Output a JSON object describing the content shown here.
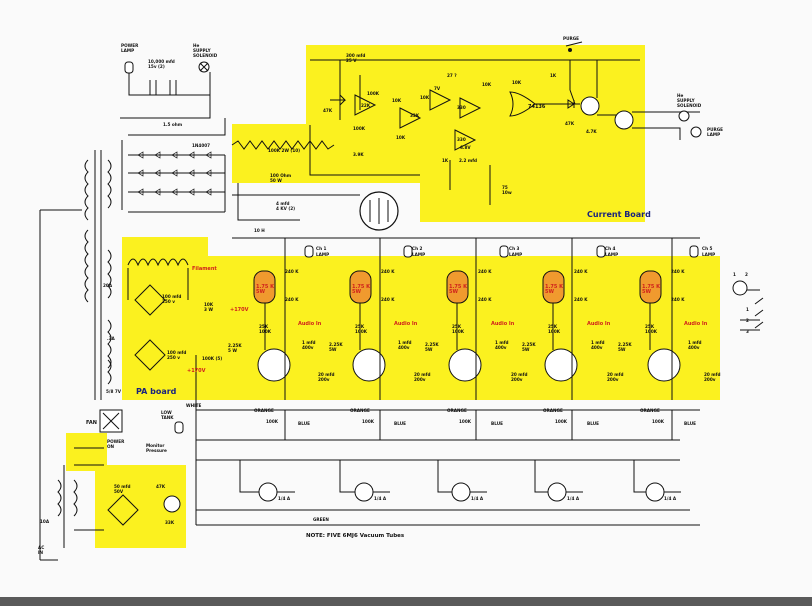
{
  "regions": {
    "current_board_label": "Current Board",
    "pa_board_label": "PA board",
    "filament_label": "Filament",
    "audio_in_label": "Audio In"
  },
  "top_left": {
    "power_lamp": "POWER\nLAMP",
    "he_supply_solenoid": "He\nSUPPLY\nSOLENOID",
    "cap_main": "10,000 mfd\n15v (2)",
    "res_1_5": "1.5 ohm",
    "diode_1n4007": "1N4007",
    "res_100ohm": "100 Ohm\n50 W",
    "cap_4mfd": "4 mfd\n4 KV (2)",
    "choke_10h": "10 H"
  },
  "current_board": {
    "purge": "PURGE",
    "cap_300": "300 mfd\n25 V",
    "r_100k_top": "100K",
    "r_22k": "22K",
    "r_47k": "47K",
    "r_100k": "100K",
    "r_10k_a": "10K",
    "r_33k": "33K",
    "r_10k_b": "10K",
    "r_7v": "7V",
    "r_27": "27 ?",
    "r_10k_c": "10K",
    "r_10k_d": "10K",
    "r_330_a": "330",
    "r_330_b": "330",
    "r_10k_e": "10K",
    "chip": "74136",
    "r_1k": "1K",
    "r_47k_b": "47K",
    "r_4_7k": "4.7K",
    "r_100k_2w": "100K 2W (10)",
    "r_3_9k": "3.9K",
    "r_6_8v": "6.8V",
    "cap_2_2": "2.2 mfd",
    "r_1k_b": "1K",
    "r_75": "75\n10w",
    "he_supply_solenoid_r": "He\nSUPPLY\nSOLENOID",
    "purge_lamp": "PURGE\nLAMP"
  },
  "pa_board": {
    "cap_100_a": "100 mfd\n250 v",
    "r_10k_3w": "10K\n3 W",
    "v_170": "+170V",
    "v_170_b": "+170V",
    "cap_100_b": "100 mfd\n250 v",
    "r_2_25k": "2.25K\n5 W",
    "r_100k_5": "100K (5)",
    "label_20a": "20A",
    "label_3a": ".3A",
    "label_5a": "5/8 7V",
    "fan": "FAN",
    "power_on": "POWER\nON",
    "monitor_pressure": "Monitor\nPressure",
    "low_tank": "LOW\nTANK",
    "white": "WHITE",
    "cap_50": "50 mfd\n50V",
    "r_47k": "47K",
    "r_33k": "33K",
    "label_10a": "10A",
    "ac_in": "AC\nIN",
    "green": "GREEN"
  },
  "channels": [
    {
      "name": "Ch 1",
      "lamp": "LAMP",
      "r_top": "240 K",
      "r_mid": "240 K",
      "r_orange": "1.75 K\n5W",
      "r_25k": "25K\n100K",
      "r_1mfd": "1 mfd\n400v",
      "r_225": "2.25K\n5W",
      "cap_20": "20 mfd\n200v",
      "orange": "ORANGE",
      "blue": "BLUE",
      "r_100k": "100K",
      "meter": "1/4 A"
    },
    {
      "name": "Ch 2",
      "lamp": "LAMP",
      "r_top": "240 K",
      "r_mid": "240 K",
      "r_orange": "1.75 K\n5W",
      "r_25k": "25K\n100K",
      "r_1mfd": "1 mfd\n400v",
      "r_225": "2.25K\n5W",
      "cap_20": "20 mfd\n200v",
      "orange": "ORANGE",
      "blue": "BLUE",
      "r_100k": "100K",
      "meter": "1/4 A"
    },
    {
      "name": "Ch 3",
      "lamp": "LAMP",
      "r_top": "240 K",
      "r_mid": "240 K",
      "r_orange": "1.75 K\n5W",
      "r_25k": "25K\n100K",
      "r_1mfd": "1 mfd\n400v",
      "r_225": "2.25K\n5W",
      "cap_20": "20 mfd\n200v",
      "orange": "ORANGE",
      "blue": "BLUE",
      "r_100k": "100K",
      "meter": "1/4 A"
    },
    {
      "name": "Ch 4",
      "lamp": "LAMP",
      "r_top": "240 K",
      "r_mid": "240 K",
      "r_orange": "1.75 K\n5W",
      "r_25k": "25K\n100K",
      "r_1mfd": "1 mfd\n400v",
      "r_225": "2.25K\n5W",
      "cap_20": "20 mfd\n200v",
      "orange": "ORANGE",
      "blue": "BLUE",
      "r_100k": "100K",
      "meter": "1/4 A"
    },
    {
      "name": "Ch 5",
      "lamp": "LAMP",
      "r_top": "240 K",
      "r_mid": "240 K",
      "r_orange": "1.75 K\n5W",
      "r_25k": "25K\n100K",
      "r_1mfd": "1 mfd\n400v",
      "r_225": "",
      "cap_20": "20 mfd\n200v",
      "orange": "ORANGE",
      "blue": "BLUE",
      "r_100k": "100K",
      "meter": "1/4 A"
    }
  ],
  "right_connector": {
    "pin1": "1",
    "pin2": "2",
    "pin3": "1",
    "pin4": "2",
    "pin5": "3"
  },
  "note": "NOTE: FIVE 6MJ6 Vacuum Tubes",
  "colors": {
    "highlight": "#fbf11f",
    "orange_res": "#f09a2e",
    "red_text": "#d0221c",
    "title_blue": "#1a237e"
  }
}
